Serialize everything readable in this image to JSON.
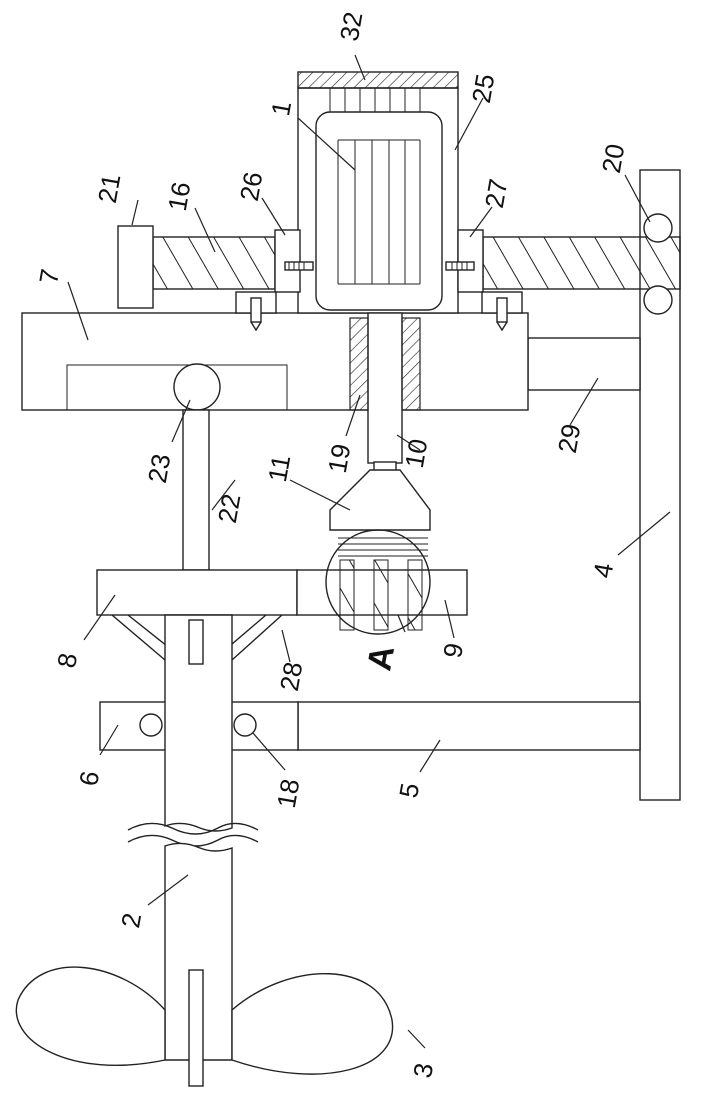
{
  "labels": {
    "l1": "1",
    "l2": "2",
    "l3": "3",
    "l4": "4",
    "l5": "5",
    "l6": "6",
    "l7": "7",
    "l8": "8",
    "l9": "9",
    "l10": "10",
    "l11": "11",
    "l16": "16",
    "l18": "18",
    "l19": "19",
    "l20": "20",
    "l21": "21",
    "l22": "22",
    "l23": "23",
    "l25": "25",
    "l26": "26",
    "l27": "27",
    "l28": "28",
    "l29": "29",
    "l32": "32",
    "detail": "A"
  }
}
